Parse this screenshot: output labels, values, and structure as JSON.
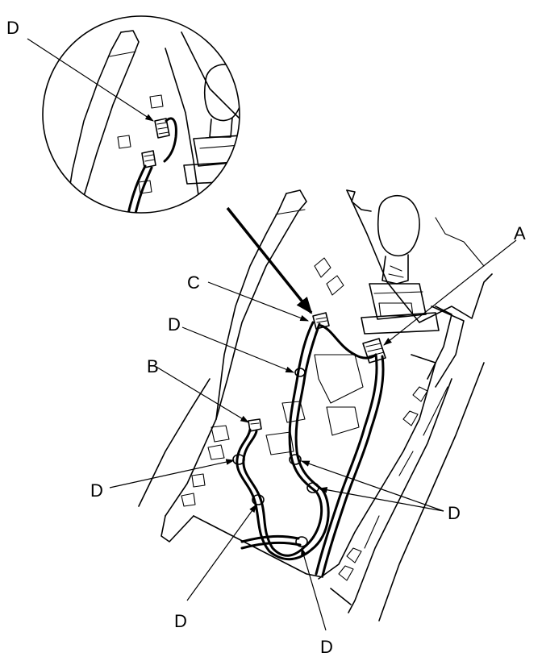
{
  "callouts": {
    "a": "A",
    "b": "B",
    "c": "C",
    "d_inset": "D",
    "d_upper": "D",
    "d_left": "D",
    "d_right": "D",
    "d_bottom_left": "D",
    "d_bottom": "D"
  },
  "colors": {
    "line": "#000000",
    "background": "#ffffff"
  }
}
